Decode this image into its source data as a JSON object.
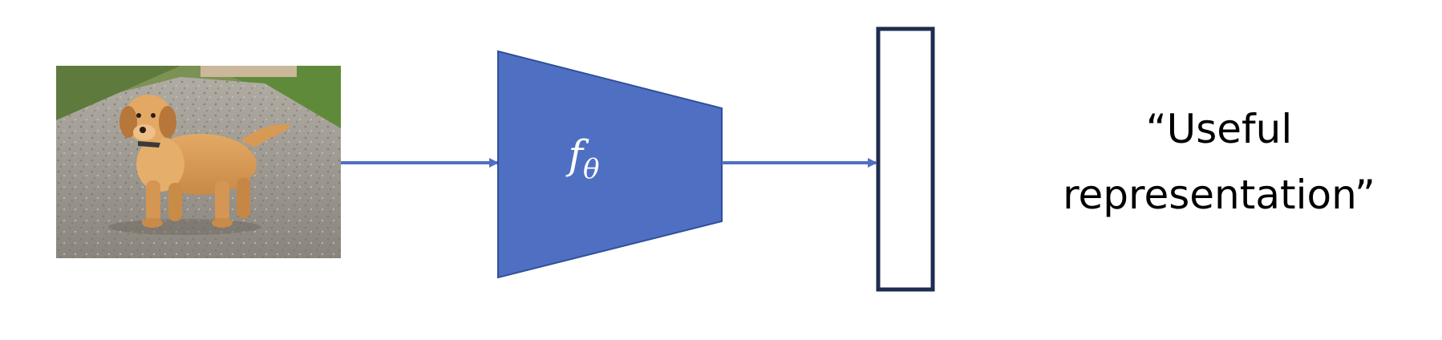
{
  "input_image": {
    "subject": "golden retriever puppy on gravel road"
  },
  "encoder": {
    "symbol": "f",
    "subscript": "θ",
    "fill_color": "#4F70C2",
    "stroke_color": "#2F4F9A"
  },
  "representation": {
    "stroke_color": "#1E2C4E"
  },
  "arrows": {
    "color": "#4F70C2"
  },
  "caption": {
    "line1": "“Useful",
    "line2": "representation”"
  }
}
